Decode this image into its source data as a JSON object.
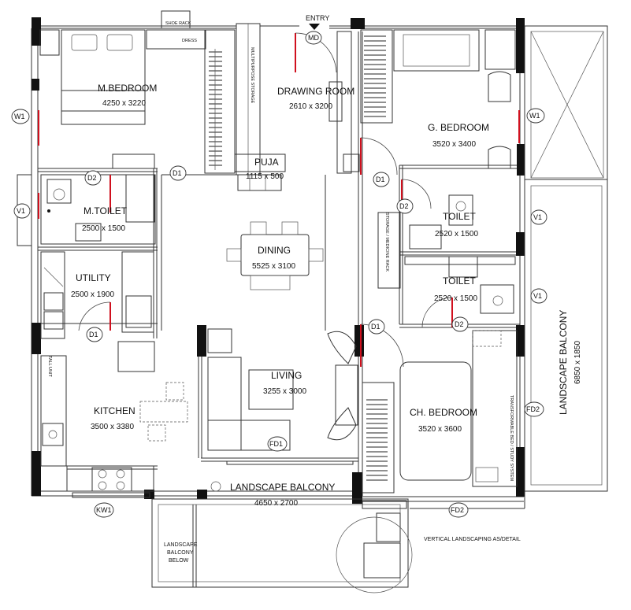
{
  "entry": {
    "label": "ENTRY",
    "door_tag": "MD"
  },
  "rooms": {
    "mbed": {
      "name": "M.BEDROOM",
      "dim": "4250  x  3220"
    },
    "drawing": {
      "name": "DRAWING ROOM",
      "dim": "2610  x  3200"
    },
    "gbed": {
      "name": "G. BEDROOM",
      "dim": "3520  x  3400"
    },
    "puja": {
      "name": "PUJA",
      "dim": "1115  x  500"
    },
    "mtoilet": {
      "name": "M.TOILET",
      "dim": "2500  x  1500"
    },
    "dining": {
      "name": "DINING",
      "dim": "5525  x  3100"
    },
    "toilet1": {
      "name": "TOILET",
      "dim": "2520  x  1500"
    },
    "toilet2": {
      "name": "TOILET",
      "dim": "2520  x  1500"
    },
    "utility": {
      "name": "UTILITY",
      "dim": "2500  x  1900"
    },
    "living": {
      "name": "LIVING",
      "dim": "3255  x  3000"
    },
    "kitchen": {
      "name": "KITCHEN",
      "dim": "3500  x  3380"
    },
    "chbed": {
      "name": "CH. BEDROOM",
      "dim": "3520  x  3600"
    },
    "lbal1": {
      "name": "LANDSCAPE BALCONY",
      "dim": "4650  x  2700"
    },
    "lbal2": {
      "name": "LANDSCAPE BALCONY",
      "dim": "6850  x  1850"
    }
  },
  "notes": {
    "shoe_rack": "SHOE RACK",
    "dress": "DRESS",
    "multipurpose": "MULTIPURPOSE STORAGE",
    "storage_rack": "STORAGE / MEDICINE RACK",
    "tall_unit": "TALL UNIT",
    "transformable": "TRANSFORMABLE BED / STUDY SYSTEM",
    "vertical_landscaping": "VERTICAL LANDSCAPING AS/DETAIL",
    "lb_below_1": "LANDSCAPE",
    "lb_below_2": "BALCONY",
    "lb_below_3": "BELOW"
  },
  "tags": {
    "w1": "W1",
    "v1": "V1",
    "d1": "D1",
    "d2": "D2",
    "fd1": "FD1",
    "fd2": "FD2",
    "kw1": "KW1"
  }
}
